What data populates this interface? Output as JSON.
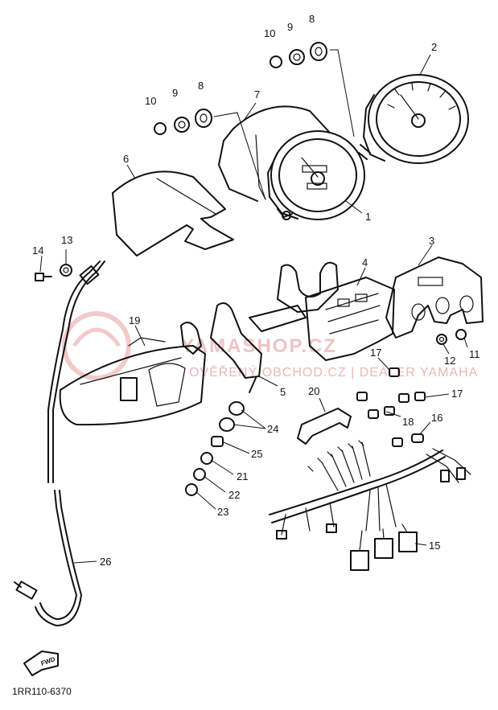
{
  "diagram_code": "1RR110-6370",
  "fwd_label": "FWD",
  "watermark": {
    "brand": "YAMASHOP.CZ",
    "tagline": "OVĚŘENÝ OBCHOD.CZ | DEALER YAMAHA",
    "brand_color": "#e04040"
  },
  "part_labels": {
    "p1": "1",
    "p2": "2",
    "p3": "3",
    "p4": "4",
    "p5": "5",
    "p6": "6",
    "p7": "7",
    "p8a": "8",
    "p9a": "9",
    "p10a": "10",
    "p8b": "8",
    "p9b": "9",
    "p10b": "10",
    "p11": "11",
    "p12": "12",
    "p13": "13",
    "p14": "14",
    "p15": "15",
    "p16": "16",
    "p17a": "17",
    "p17b": "17",
    "p18": "18",
    "p19": "19",
    "p20": "20",
    "p21": "21",
    "p22": "22",
    "p23": "23",
    "p24": "24",
    "p25": "25",
    "p26": "26"
  }
}
